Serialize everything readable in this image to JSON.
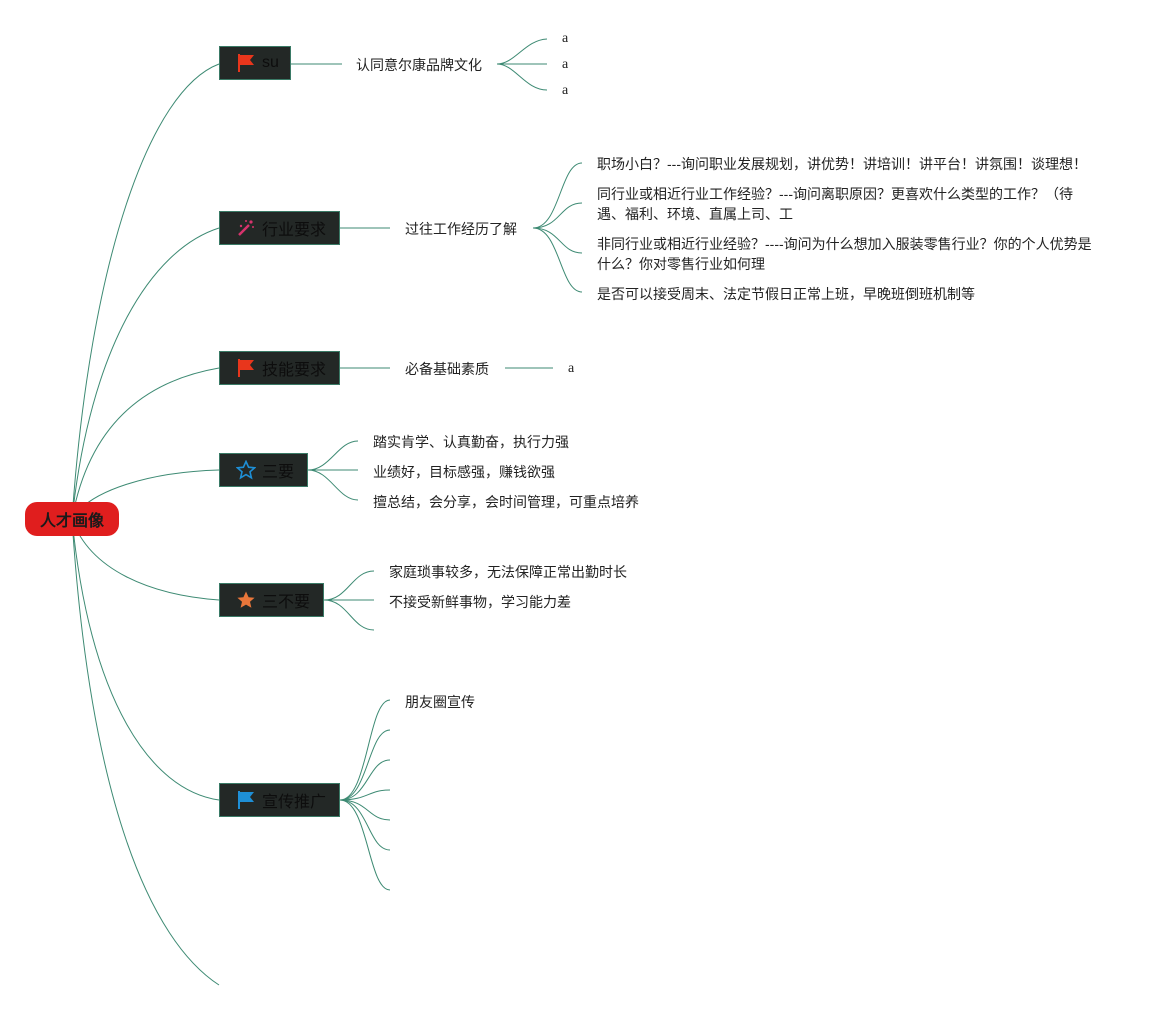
{
  "root": {
    "label": "人才画像",
    "color": "#e01e1e"
  },
  "branches": [
    {
      "id": "b1",
      "label": "su",
      "icon": "red-flag-icon"
    },
    {
      "id": "b2",
      "label": "行业要求",
      "icon": "magic-wand-icon"
    },
    {
      "id": "b3",
      "label": "技能要求",
      "icon": "red-flag-icon"
    },
    {
      "id": "b4",
      "label": "三要",
      "icon": "star-outline-icon"
    },
    {
      "id": "b5",
      "label": "三不要",
      "icon": "star-filled-icon"
    },
    {
      "id": "b6",
      "label": "宣传推广",
      "icon": "blue-flag-icon"
    }
  ],
  "subs": {
    "b1": {
      "label": "认同意尔康品牌文化",
      "leaves": [
        "a",
        "a",
        "a"
      ]
    },
    "b2": {
      "label": "过往工作经历了解",
      "leaves": [
        "职场小白？---询问职业发展规划，讲优势！讲培训！讲平台！讲氛围！谈理想！",
        "同行业或相近行业工作经验？---询问离职原因？更喜欢什么类型的工作？（待遇、福利、环境、直属上司、工",
        "非同行业或相近行业经验？----询问为什么想加入服装零售行业？你的个人优势是什么？你对零售行业如何理",
        "是否可以接受周末、法定节假日正常上班，早晚班倒班机制等"
      ]
    },
    "b3": {
      "label": "必备基础素质",
      "leaves": [
        "a"
      ]
    },
    "b4": {
      "leaves": [
        "踏实肯学、认真勤奋，执行力强",
        "业绩好，目标感强，赚钱欲强",
        "擅总结，会分享，会时间管理，可重点培养"
      ]
    },
    "b5": {
      "leaves": [
        "家庭琐事较多，无法保障正常出勤时长",
        "不接受新鲜事物，学习能力差"
      ]
    },
    "b6": {
      "leaves": [
        "朋友圈宣传"
      ]
    }
  },
  "colors": {
    "link": "#3d8a73",
    "branch_bg": "#232826",
    "flag_red": "#e8361c",
    "flag_blue": "#1e8fd6",
    "star_blue": "#1e8fd6",
    "star_orange": "#e8763a",
    "wand": "#d6336c"
  }
}
